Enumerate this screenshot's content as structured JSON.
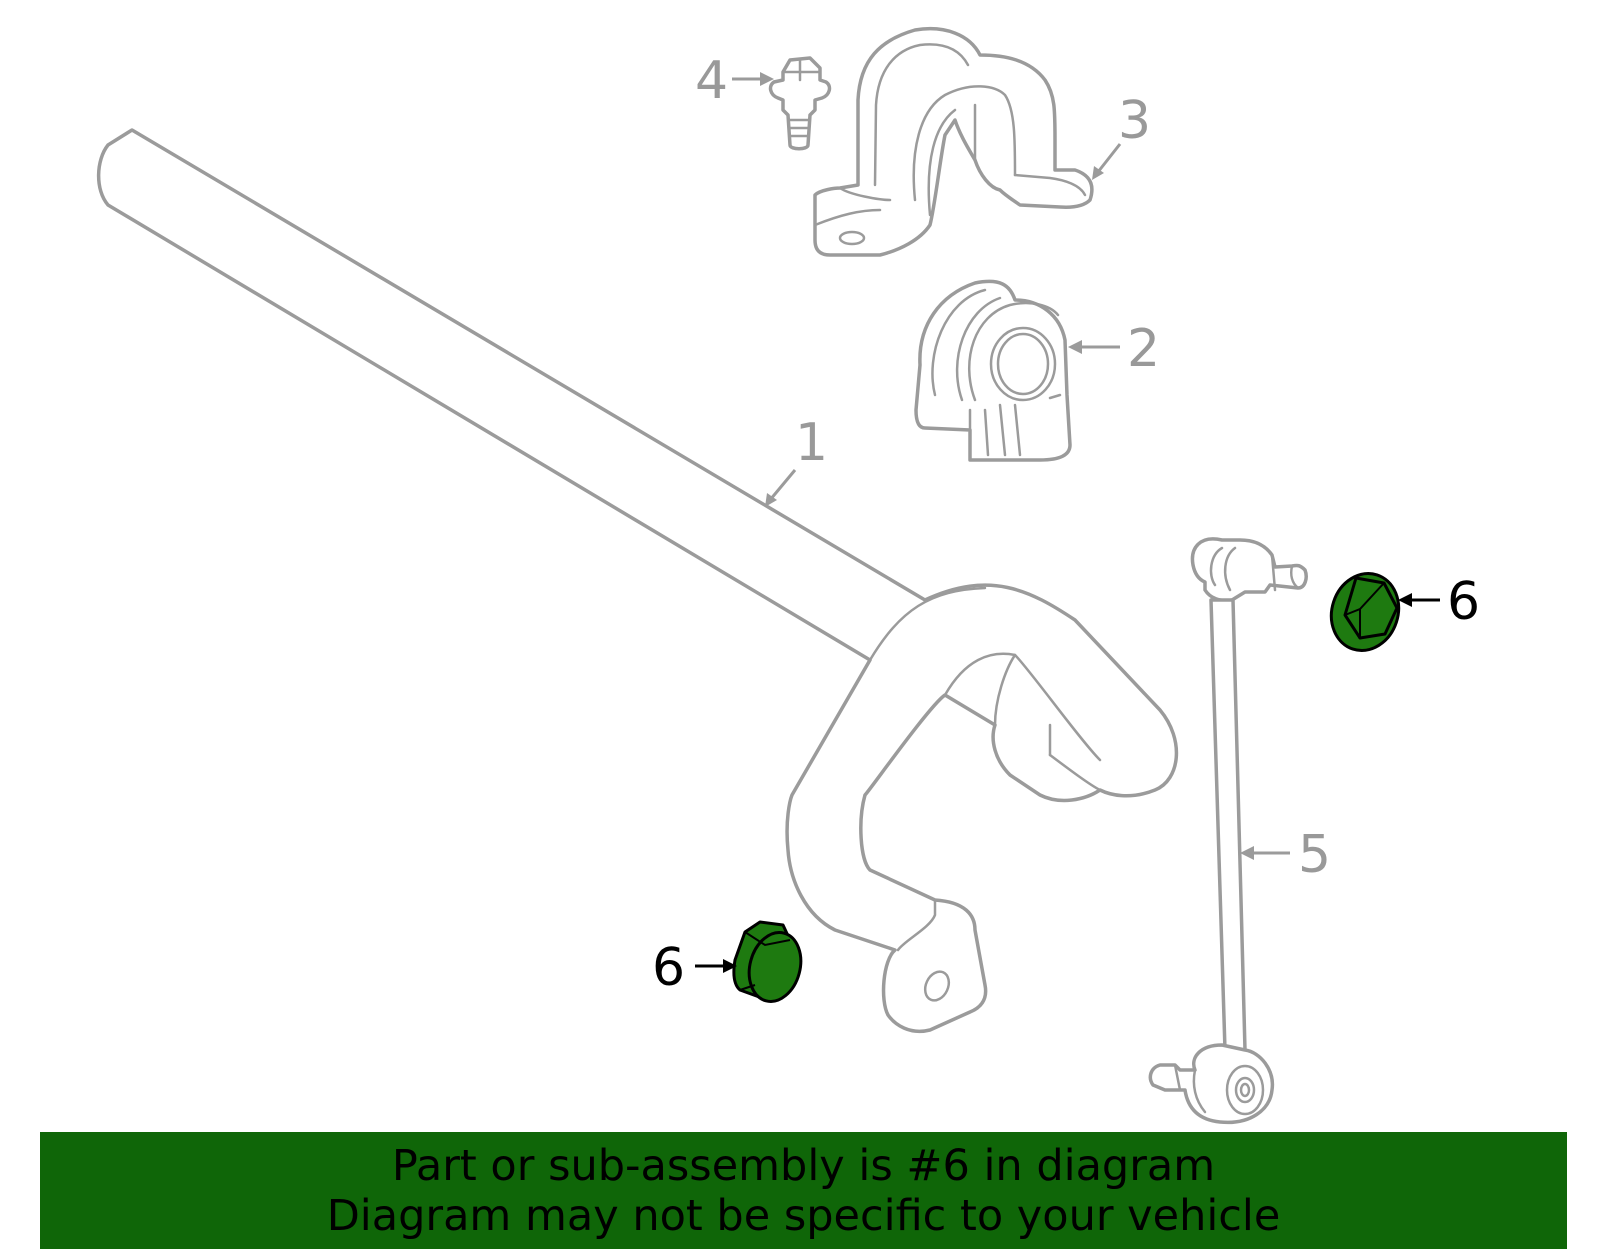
{
  "diagram": {
    "callouts": {
      "c1": "1",
      "c2": "2",
      "c3": "3",
      "c4": "4",
      "c5": "5",
      "c6_right": "6",
      "c6_left": "6"
    },
    "highlight_color": "#1e7a10",
    "highlighted_part": "6"
  },
  "banner": {
    "line1": "Part or sub-assembly is #6 in diagram",
    "line2": "Diagram may not be specific to your vehicle",
    "background": "#0f6608"
  }
}
